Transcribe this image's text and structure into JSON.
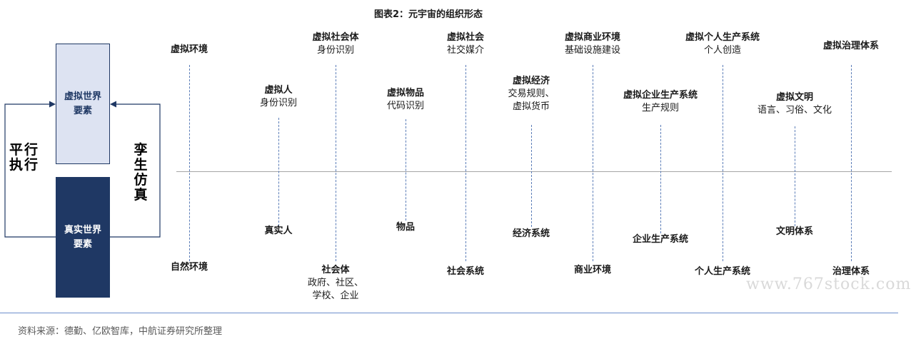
{
  "title": "图表2：元宇宙的组织形态",
  "left_panel": {
    "virtual_box": [
      "虚拟世界",
      "要素"
    ],
    "real_box": [
      "真实世界",
      "要素"
    ],
    "left_label": "平行执行",
    "right_label": "孪生仿真"
  },
  "columns": [
    {
      "top_head": "虚拟环境",
      "top_sub": [],
      "bottom_head": "自然环境",
      "bottom_sub": []
    },
    {
      "top_head": "虚拟人",
      "top_sub": [
        "身份识别"
      ],
      "bottom_head": "真实人",
      "bottom_sub": []
    },
    {
      "top_head": "虚拟社会体",
      "top_sub": [
        "身份识别"
      ],
      "bottom_head": "社会体",
      "bottom_sub": [
        "政府、社区、",
        "学校、企业"
      ]
    },
    {
      "top_head": "虚拟物品",
      "top_sub": [
        "代码识别"
      ],
      "bottom_head": "物品",
      "bottom_sub": []
    },
    {
      "top_head": "虚拟社会",
      "top_sub": [
        "社交媒介"
      ],
      "bottom_head": "社会系统",
      "bottom_sub": []
    },
    {
      "top_head": "虚拟经济",
      "top_sub": [
        "交易规则、",
        "虚拟货币"
      ],
      "bottom_head": "经济系统",
      "bottom_sub": []
    },
    {
      "top_head": "虚拟商业环境",
      "top_sub": [
        "基础设施建设"
      ],
      "bottom_head": "商业环境",
      "bottom_sub": []
    },
    {
      "top_head": "虚拟企业生产系统",
      "top_sub": [
        "生产规则"
      ],
      "bottom_head": "企业生产系统",
      "bottom_sub": []
    },
    {
      "top_head": "虚拟个人生产系统",
      "top_sub": [
        "个人创造"
      ],
      "bottom_head": "个人生产系统",
      "bottom_sub": []
    },
    {
      "top_head": "虚拟文明",
      "top_sub": [
        "语言、习俗、文化"
      ],
      "bottom_head": "文明体系",
      "bottom_sub": []
    },
    {
      "top_head": "虚拟治理体系",
      "top_sub": [],
      "bottom_head": "治理体系",
      "bottom_sub": []
    }
  ],
  "source": "资料来源：德勤、亿欧智库，中航证券研究所整理",
  "watermark": "www.767stock.com",
  "colors": {
    "navy": "#1f3864",
    "light_blue": "#dde3f2",
    "dash": "#5b7db8"
  }
}
